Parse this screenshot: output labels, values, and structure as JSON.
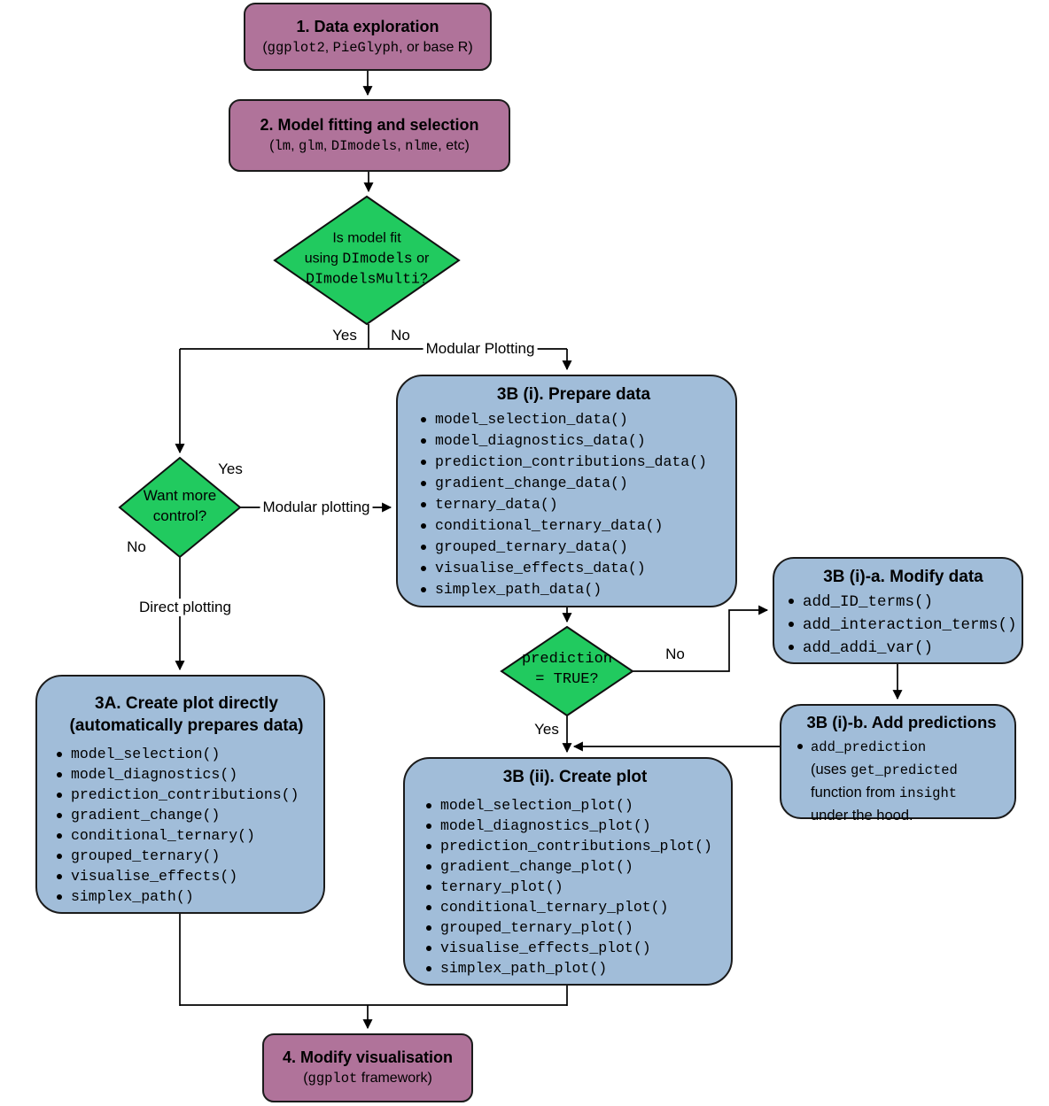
{
  "colors": {
    "step_fill": "#b0739a",
    "decision_fill": "#21ca5f",
    "function_fill": "#a1bdd9",
    "border": "#1b1b1b",
    "line": "#000000"
  },
  "nodes": {
    "step1": {
      "title": "1. Data exploration",
      "subtitle_runs": [
        [
          "(",
          "s"
        ],
        [
          "ggplot2",
          "m"
        ],
        [
          ", ",
          "s"
        ],
        [
          "PieGlyph",
          "m"
        ],
        [
          ", or base R)",
          "s"
        ]
      ]
    },
    "step2": {
      "title": "2. Model fitting and selection",
      "subtitle_runs": [
        [
          "(",
          "s"
        ],
        [
          "lm",
          "m"
        ],
        [
          ", ",
          "s"
        ],
        [
          "glm",
          "m"
        ],
        [
          ", ",
          "s"
        ],
        [
          "DImodels",
          "m"
        ],
        [
          ", ",
          "s"
        ],
        [
          "nlme",
          "m"
        ],
        [
          ", etc)",
          "s"
        ]
      ]
    },
    "step3a": {
      "title_lines": [
        "3A. Create plot directly",
        "(automatically prepares data)"
      ],
      "items": [
        "model_selection()",
        "model_diagnostics()",
        "prediction_contributions()",
        "gradient_change()",
        "conditional_ternary()",
        "grouped_ternary()",
        "visualise_effects()",
        "simplex_path()"
      ]
    },
    "step3bi": {
      "title": "3B (i). Prepare data",
      "items": [
        "model_selection_data()",
        "model_diagnostics_data()",
        "prediction_contributions_data()",
        "gradient_change_data()",
        "ternary_data()",
        "conditional_ternary_data()",
        "grouped_ternary_data()",
        "visualise_effects_data()",
        "simplex_path_data()"
      ]
    },
    "step3bia": {
      "title": "3B (i)-a. Modify data",
      "items": [
        "add_ID_terms()",
        "add_interaction_terms()",
        "add_addi_var()"
      ]
    },
    "step3bib": {
      "title": "3B (i)-b. Add predictions",
      "bullet_runs": [
        [
          "add_prediction",
          "m"
        ],
        [
          "",
          "br"
        ],
        [
          "(uses ",
          "s"
        ],
        [
          "get_predicted",
          "m"
        ],
        [
          "",
          "br"
        ],
        [
          "function from ",
          "s"
        ],
        [
          "insight",
          "m"
        ],
        [
          "",
          "br"
        ],
        [
          "under the hood.",
          "s"
        ]
      ]
    },
    "step3bii": {
      "title": "3B (ii). Create plot",
      "items": [
        "model_selection_plot()",
        "model_diagnostics_plot()",
        "prediction_contributions_plot()",
        "gradient_change_plot()",
        "ternary_plot()",
        "conditional_ternary_plot()",
        "grouped_ternary_plot()",
        "visualise_effects_plot()",
        "simplex_path_plot()"
      ]
    },
    "step4": {
      "title": "4. Modify visualisation",
      "subtitle_runs": [
        [
          "(",
          "s"
        ],
        [
          "ggplot",
          "m"
        ],
        [
          " framework)",
          "s"
        ]
      ]
    }
  },
  "decisions": {
    "model": {
      "runs": [
        [
          "Is model fit",
          "s"
        ],
        [
          "",
          "br"
        ],
        [
          "using ",
          "s"
        ],
        [
          "DImodels",
          "m"
        ],
        [
          " or",
          "s"
        ],
        [
          "",
          "br"
        ],
        [
          "DImodelsMulti",
          "m"
        ],
        [
          "?",
          "s"
        ]
      ]
    },
    "control": {
      "runs": [
        [
          "Want more",
          "s"
        ],
        [
          "",
          "br"
        ],
        [
          "control?",
          "s"
        ]
      ]
    },
    "prediction": {
      "runs": [
        [
          "prediction",
          "m"
        ],
        [
          "",
          "br"
        ],
        [
          "= TRUE?",
          "m"
        ]
      ]
    }
  },
  "edge_labels": {
    "yes1": "Yes",
    "no1": "No",
    "modular_plotting_top": "Modular Plotting",
    "yes2": "Yes",
    "modular_plotting_mid": "Modular plotting",
    "no2": "No",
    "direct_plotting": "Direct plotting",
    "no3": "No",
    "yes3": "Yes"
  }
}
